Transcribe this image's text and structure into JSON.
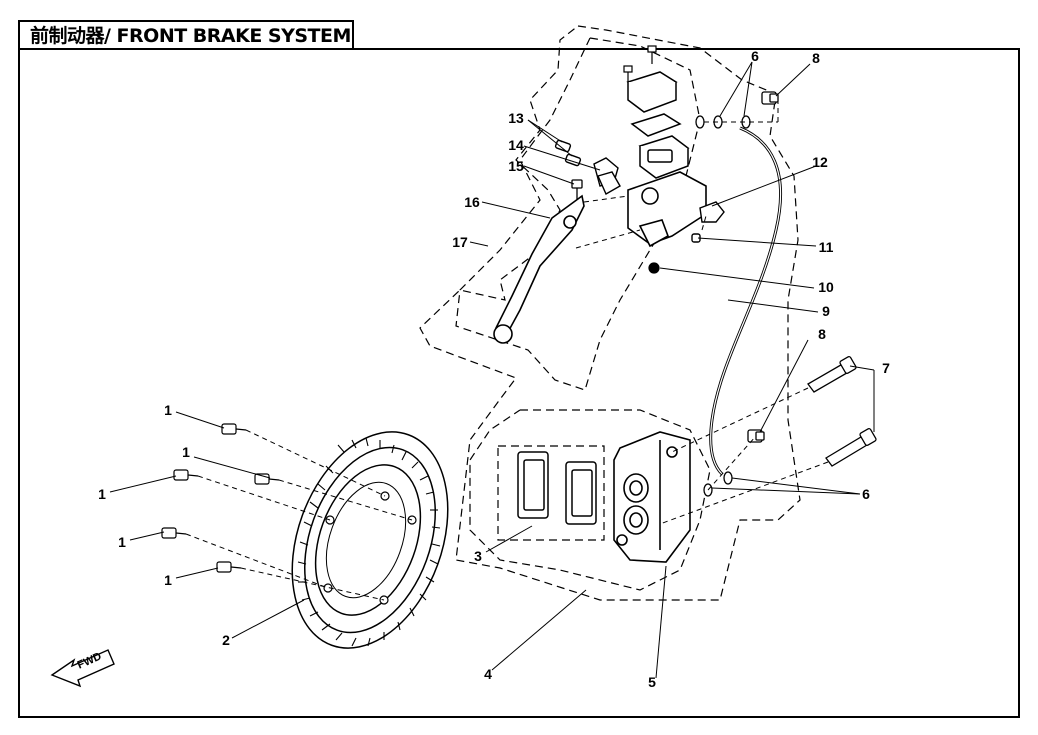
{
  "title": "前制动器/ FRONT BRAKE SYSTEM",
  "fwd_label": "FWD",
  "callouts": [
    {
      "id": "1a",
      "text": "1"
    },
    {
      "id": "1b",
      "text": "1"
    },
    {
      "id": "1c",
      "text": "1"
    },
    {
      "id": "1d",
      "text": "1"
    },
    {
      "id": "1e",
      "text": "1"
    },
    {
      "id": "2",
      "text": "2"
    },
    {
      "id": "3",
      "text": "3"
    },
    {
      "id": "4",
      "text": "4"
    },
    {
      "id": "5",
      "text": "5"
    },
    {
      "id": "6a",
      "text": "6"
    },
    {
      "id": "6b",
      "text": "6"
    },
    {
      "id": "7",
      "text": "7"
    },
    {
      "id": "8a",
      "text": "8"
    },
    {
      "id": "8b",
      "text": "8"
    },
    {
      "id": "9",
      "text": "9"
    },
    {
      "id": "10",
      "text": "10"
    },
    {
      "id": "11",
      "text": "11"
    },
    {
      "id": "12",
      "text": "12"
    },
    {
      "id": "13",
      "text": "13"
    },
    {
      "id": "14",
      "text": "14"
    },
    {
      "id": "15",
      "text": "15"
    },
    {
      "id": "16",
      "text": "16"
    },
    {
      "id": "17",
      "text": "17"
    }
  ]
}
